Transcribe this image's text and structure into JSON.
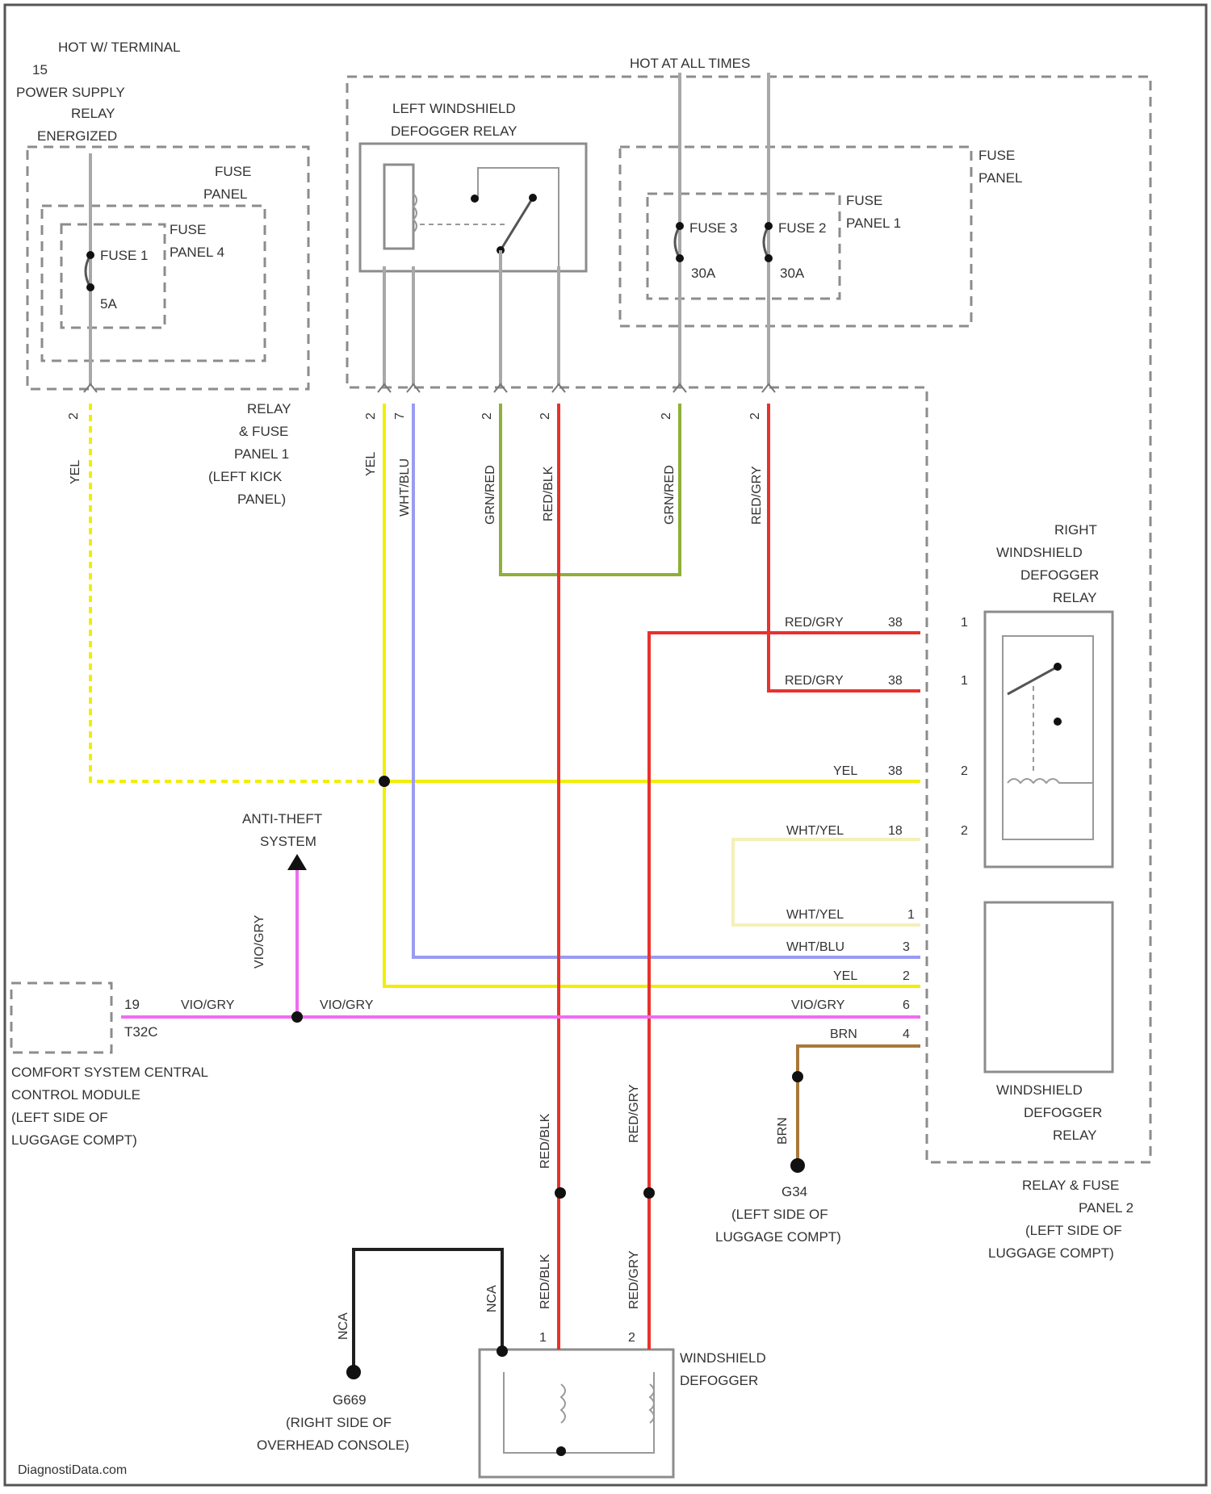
{
  "colors": {
    "yel": "#f2ee00",
    "yel_dashed": "#f2ee00",
    "wht_blu": "#9a9cf2",
    "grn_red": "#8fb038",
    "red_blk": "#e8322d",
    "red_gry": "#e8322d",
    "vio_gry": "#f06cf0",
    "wht_yel": "#f4f0b8",
    "brn": "#a8783a",
    "nca": "#202020",
    "gray_wire": "#a8a8a8"
  },
  "labels": {
    "hot_w_terminal": "HOT W/ TERMINAL",
    "t15": "15",
    "power_supply_relay": "POWER SUPPLY",
    "relay": "RELAY",
    "energized": "ENERGIZED",
    "hot_at_all_times": "HOT AT ALL TIMES",
    "fuse_panel_left_1": "FUSE",
    "fuse_panel_left_2": "PANEL",
    "fuse_panel4_1": "FUSE",
    "fuse_panel4_2": "PANEL 4",
    "fuse1": "FUSE 1",
    "amp5": "5A",
    "left_relay_1": "LEFT WINDSHIELD",
    "left_relay_2": "DEFOGGER RELAY",
    "fuse_panel_right_1": "FUSE",
    "fuse_panel_right_2": "PANEL",
    "fuse_panel1_1": "FUSE",
    "fuse_panel1_2": "PANEL 1",
    "fuse3": "FUSE 3",
    "fuse2": "FUSE 2",
    "amp30a": "30A",
    "amp30b": "30A",
    "rfp1_1": "RELAY",
    "rfp1_2": "& FUSE",
    "rfp1_3": "PANEL 1",
    "rfp1_4": "(LEFT KICK",
    "rfp1_5": "PANEL)",
    "right_relay_1": "RIGHT",
    "right_relay_2": "WINDSHIELD",
    "right_relay_3": "DEFOGGER",
    "right_relay_4": "RELAY",
    "anti_theft_1": "ANTI-THEFT",
    "anti_theft_2": "SYSTEM",
    "comfort_1": "COMFORT SYSTEM CENTRAL",
    "comfort_2": "CONTROL MODULE",
    "comfort_3": "(LEFT SIDE OF",
    "comfort_4": "LUGGAGE COMPT)",
    "t19": "19",
    "t32c": "T32C",
    "wdr_1": "WINDSHIELD",
    "wdr_2": "DEFOGGER",
    "wdr_3": "RELAY",
    "rfp2_1": "RELAY & FUSE",
    "rfp2_2": "PANEL 2",
    "rfp2_3": "(LEFT SIDE OF",
    "rfp2_4": "LUGGAGE COMPT)",
    "g34_1": "G34",
    "g34_2": "(LEFT SIDE OF",
    "g34_3": "LUGGAGE COMPT)",
    "g669_1": "G669",
    "g669_2": "(RIGHT SIDE OF",
    "g669_3": "OVERHEAD CONSOLE)",
    "wd_1": "WINDSHIELD",
    "wd_2": "DEFOGGER",
    "watermark": "DiagnostiData.com"
  },
  "wires": {
    "yel_a": "YEL",
    "yel_b": "YEL",
    "wht_blu": "WHT/BLU",
    "grn_red_a": "GRN/RED",
    "red_blk_a": "RED/BLK",
    "grn_red_b": "GRN/RED",
    "red_gry_a": "RED/GRY",
    "red_gry_h1": "RED/GRY",
    "red_gry_h2": "RED/GRY",
    "yel_h": "YEL",
    "wht_yel_h1": "WHT/YEL",
    "wht_yel_h2": "WHT/YEL",
    "wht_blu_h": "WHT/BLU",
    "yel_h2": "YEL",
    "vio_gry_h1": "VIO/GRY",
    "vio_gry_h2": "VIO/GRY",
    "vio_gry_h3": "VIO/GRY",
    "vio_gry_v": "VIO/GRY",
    "brn_h": "BRN",
    "brn_v": "BRN",
    "red_blk_b": "RED/BLK",
    "red_gry_b": "RED/GRY",
    "red_blk_c": "RED/BLK",
    "red_gry_c": "RED/GRY",
    "nca_a": "NCA",
    "nca_b": "NCA"
  },
  "pins": {
    "rf1_yel": "2",
    "rf2_yel": "2",
    "rf2_wb": "7",
    "rf2_gr1": "2",
    "rf2_rb": "2",
    "rf2_gr2": "2",
    "rf2_rg": "2",
    "r_a": "38",
    "r_b": "38",
    "r_c": "38",
    "r_d": "18",
    "rr_a": "1",
    "rr_b": "1",
    "rr_c": "2",
    "rr_d": "2",
    "wdr_1": "1",
    "wdr_2": "3",
    "wdr_3": "2",
    "wdr_4": "6",
    "wdr_5": "4",
    "wd_1": "1",
    "wd_2": "2"
  }
}
